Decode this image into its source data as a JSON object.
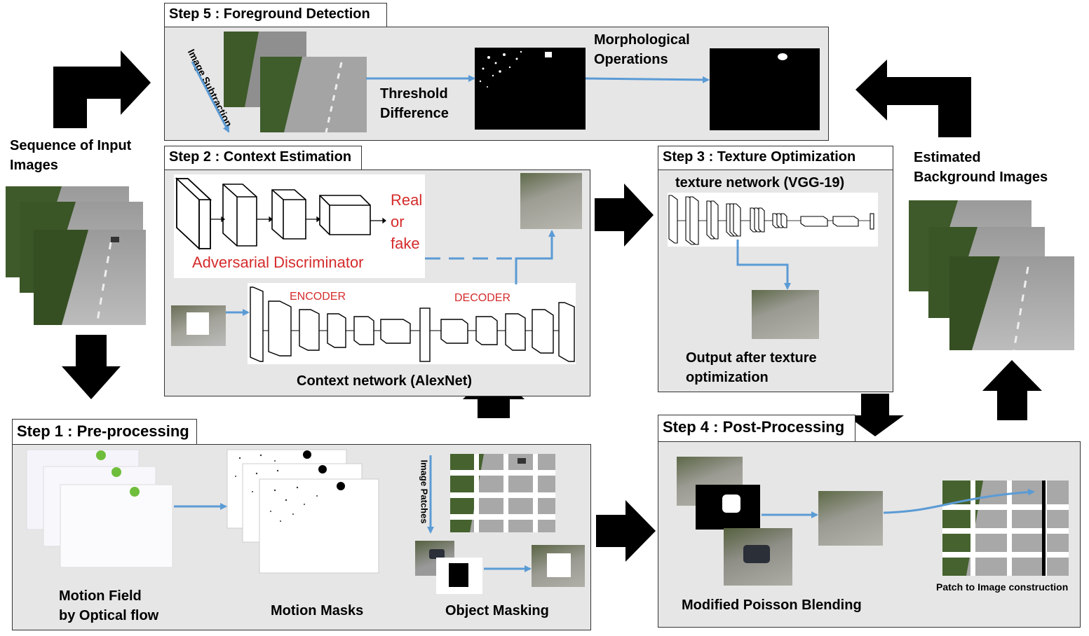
{
  "steps": {
    "step5": {
      "title": "Step 5 : Foreground Detection",
      "sub_label": "Image Subtraction",
      "threshold": [
        "Threshold",
        "Difference"
      ],
      "morph": [
        "Morphological",
        "Operations"
      ]
    },
    "step2": {
      "title": "Step 2 : Context Estimation",
      "disc_label": "Adversarial Discriminator",
      "real_fake": [
        "Real",
        "or",
        "fake"
      ],
      "encoder": "ENCODER",
      "decoder": "DECODER",
      "context_net": "Context network (AlexNet)"
    },
    "step3": {
      "title": "Step 3 : Texture Optimization",
      "texture_net": "texture network (VGG-19)",
      "output": [
        "Output after texture",
        "optimization"
      ]
    },
    "step1": {
      "title": "Step 1 : Pre-processing",
      "motion_field": [
        "Motion Field",
        "by Optical flow"
      ],
      "motion_masks": "Motion Masks",
      "object_masking": "Object Masking",
      "patches_label": "Image Patches"
    },
    "step4": {
      "title": "Step 4 : Post-Processing",
      "poisson": "Modified Poisson Blending",
      "patch_to_image": "Patch to Image construction"
    }
  },
  "side": {
    "input": [
      "Sequence of Input",
      "Images"
    ],
    "output": [
      "Estimated",
      "Background Images"
    ]
  },
  "colors": {
    "arrow_blue": "#5b9bd5",
    "panel": "#e6e6e6",
    "red_text": "#d52b2b"
  }
}
